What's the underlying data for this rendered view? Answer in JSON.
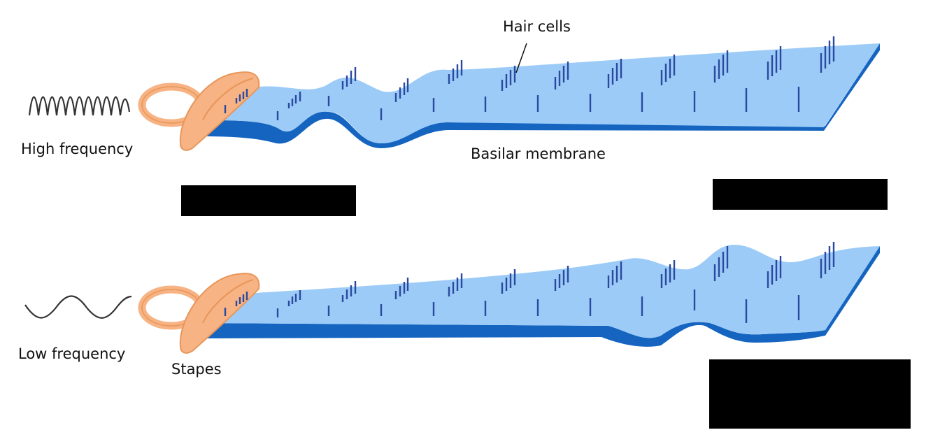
{
  "labels": {
    "hair_cells": "Hair cells",
    "basilar_membrane": "Basilar membrane",
    "high_frequency": "High frequency",
    "low_frequency": "Low frequency",
    "stapes": "Stapes"
  },
  "colors": {
    "membrane_top": "#9ccbf8",
    "membrane_edge": "#1565c0",
    "hair_cell": "#2a4aa0",
    "stapes_fill": "#f7b383",
    "stapes_stroke": "#e8965a",
    "wave": "#333333",
    "redaction": "#000000"
  },
  "icons": [
    "high-frequency-wave-icon",
    "low-frequency-wave-icon",
    "stapes-icon"
  ]
}
